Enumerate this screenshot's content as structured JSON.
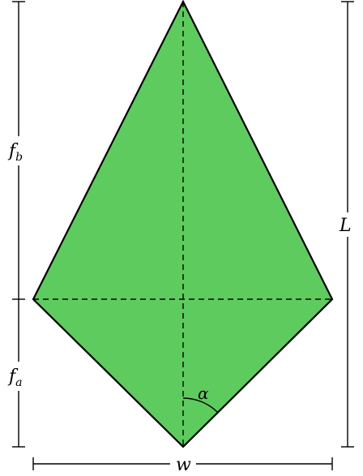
{
  "colors": {
    "kite_fill": "#5ecb5e",
    "line": "#000000",
    "background": "#ffffff"
  },
  "labels": {
    "f_b": {
      "base": "f",
      "sub": "b"
    },
    "f_a": {
      "base": "f",
      "sub": "a"
    },
    "length": "L",
    "width": "w",
    "angle": "α"
  }
}
